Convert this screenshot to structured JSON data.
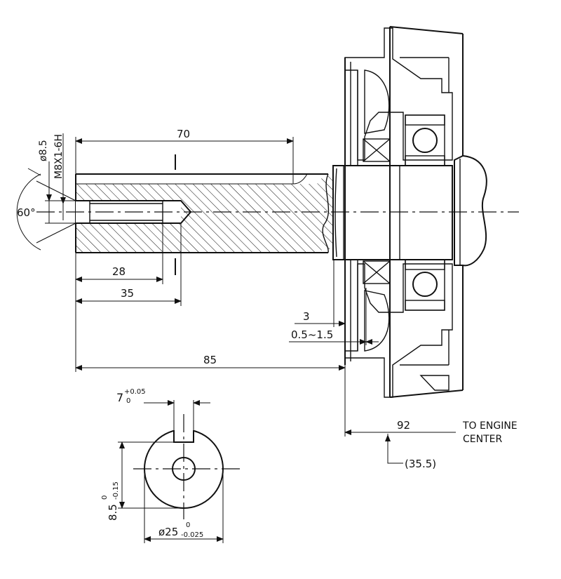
{
  "drawing": {
    "dim_70": "70",
    "dim_28": "28",
    "dim_35": "35",
    "dim_85": "85",
    "dim_3": "3",
    "dim_gap": "0.5~1.5",
    "dim_92": "92",
    "dim_35_5": "(35.5)",
    "note_line1": "TO ENGINE",
    "note_line2": "CENTER",
    "angle": "60°",
    "hole_dia": "ø8.5",
    "thread": "M8X1-6H",
    "key_width": "7",
    "key_width_upper": "+0.05",
    "key_width_lower": "0",
    "key_depth": "8.5",
    "key_depth_upper": "0",
    "key_depth_lower": "-0.15",
    "shaft_dia": "ø25",
    "shaft_dia_upper": "0",
    "shaft_dia_lower": "-0.025",
    "section_mark": "I"
  }
}
